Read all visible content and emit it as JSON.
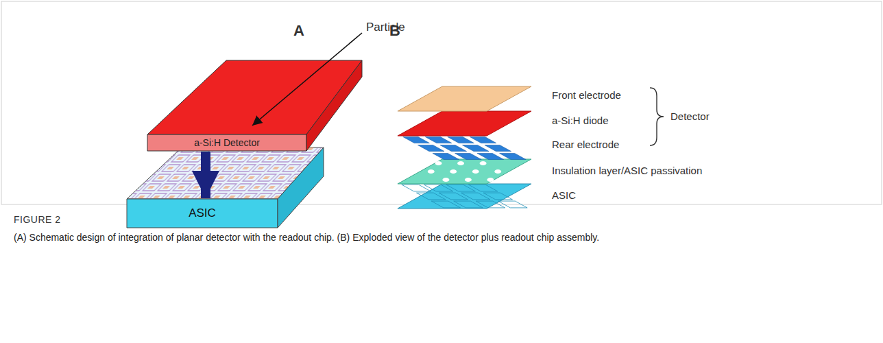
{
  "diagram": {
    "title": "FIGURE 2",
    "caption": "(A) Schematic design of integration of planar detector with the readout chip. (B) Exploded view of the detector plus readout chip assembly.",
    "nodes": [
      {
        "text": [
          "a-Si:H Detector"
        ]
      },
      {
        "text": [
          "ASIC"
        ]
      }
    ],
    "edges": [
      {
        "from": 0,
        "to": 1,
        "arrow": "to"
      }
    ],
    "labels": [
      "A",
      "B",
      "Particle",
      "Front electrode",
      "a-Si:H diode",
      "Rear electrode",
      "Detector",
      "Insulation layer/ASIC passivation",
      "ASIC"
    ]
  }
}
